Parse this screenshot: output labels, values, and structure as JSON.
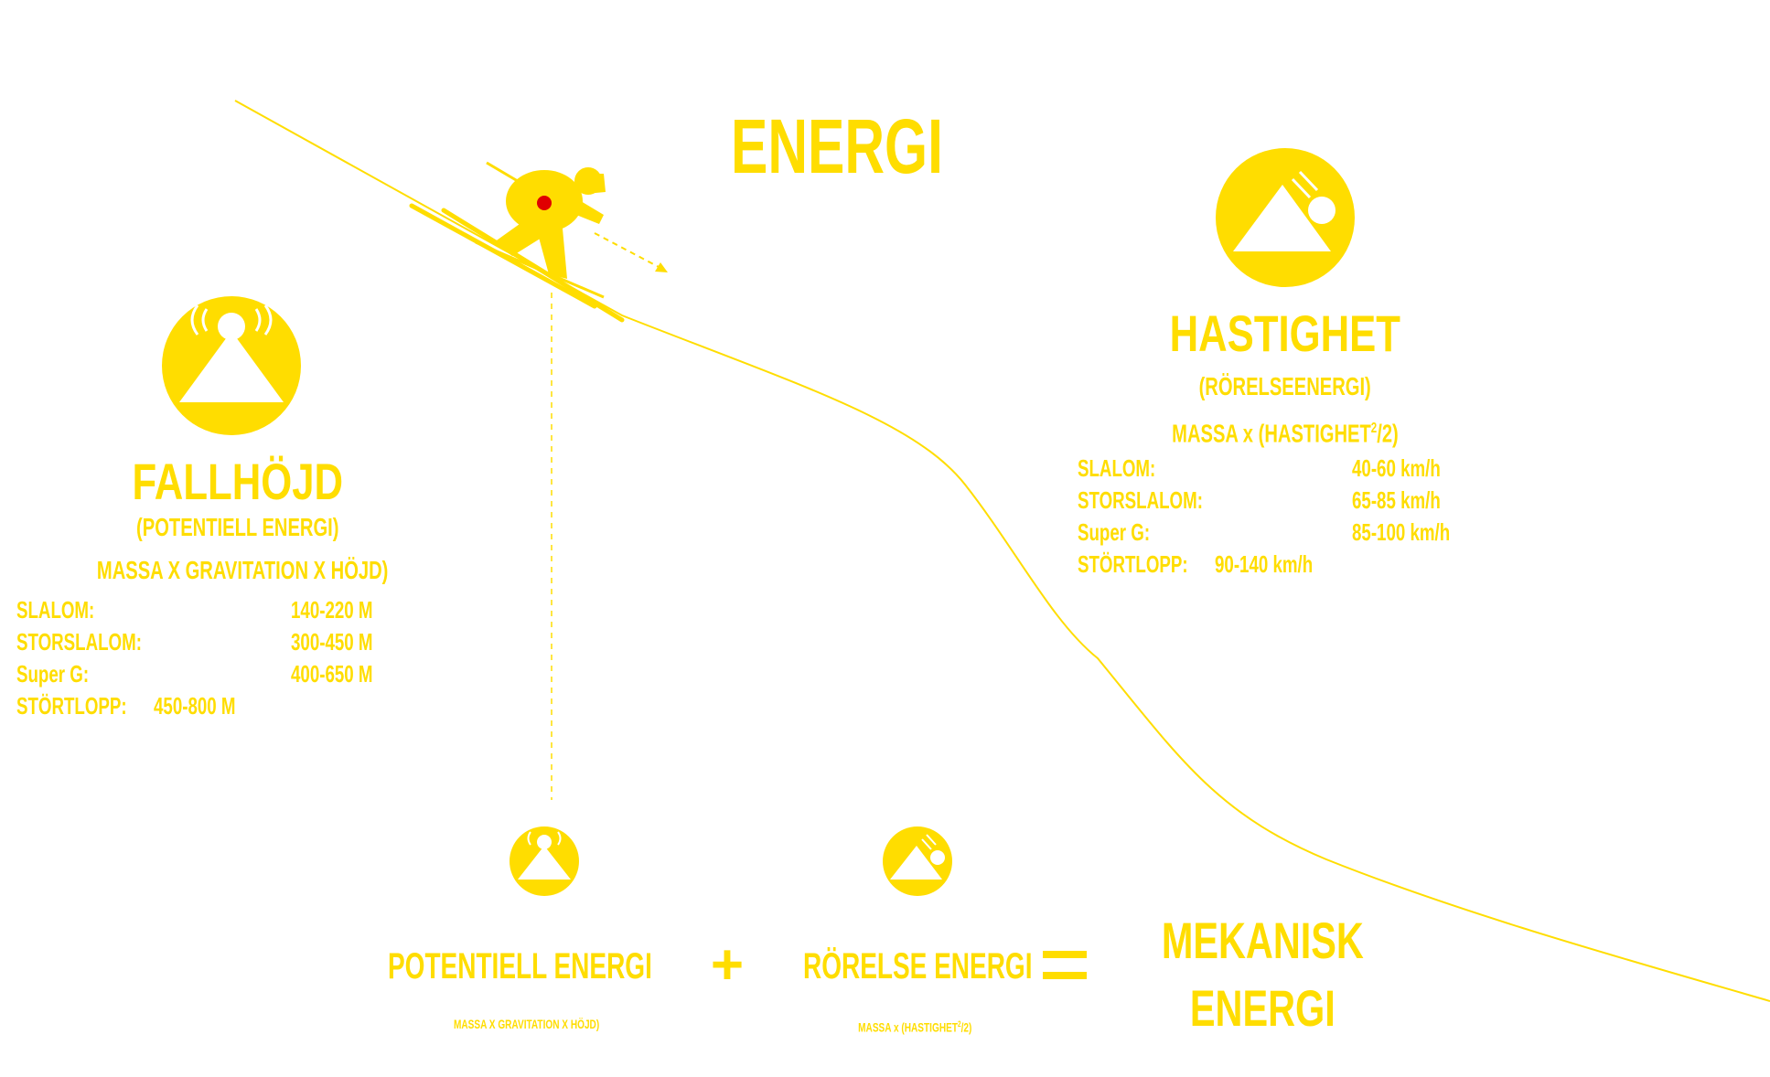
{
  "colors": {
    "accent": "#FFDD00",
    "marker": "#E00000",
    "background": "#FFFFFF"
  },
  "title": "ENERGI",
  "fallhojd": {
    "icon": "height-energy-icon",
    "heading": "FALLHÖJD",
    "subheading": "(POTENTIELL ENERGI)",
    "formula": "MASSA X GRAVITATION X HÖJD)",
    "rows": [
      {
        "label": "SLALOM:",
        "value": "140-220 M"
      },
      {
        "label": "STORSLALOM:",
        "value": "300-450 M"
      },
      {
        "label": "Super G:",
        "value": "400-650 M"
      },
      {
        "label": "STÖRTLOPP:",
        "value": "450-800 M"
      }
    ]
  },
  "hastighet": {
    "icon": "speed-energy-icon",
    "heading": "HASTIGHET",
    "subheading": "(RÖRELSEENERGI)",
    "formula_prefix": "MASSA x (HASTIGHET",
    "formula_sup": "2",
    "formula_suffix": "/2)",
    "rows": [
      {
        "label": "SLALOM:",
        "value": "40-60 km/h"
      },
      {
        "label": "STORSLALOM:",
        "value": "65-85 km/h"
      },
      {
        "label": "Super G:",
        "value": "85-100 km/h"
      },
      {
        "label": "STÖRTLOPP:",
        "value": "90-140 km/h"
      }
    ]
  },
  "equation": {
    "potential_label": "POTENTIELL ENERGI",
    "potential_formula": "MASSA X GRAVITATION X HÖJD)",
    "plus": "+",
    "kinetic_label": "RÖRELSE ENERGI",
    "kinetic_formula_prefix": "MASSA x (HASTIGHET",
    "kinetic_formula_sup": "2",
    "kinetic_formula_suffix": "/2)",
    "equals": "=",
    "result_line1": "MEKANISK",
    "result_line2": "ENERGI"
  },
  "skier": {
    "icon": "skier-icon",
    "marker": "center-of-mass-marker"
  }
}
